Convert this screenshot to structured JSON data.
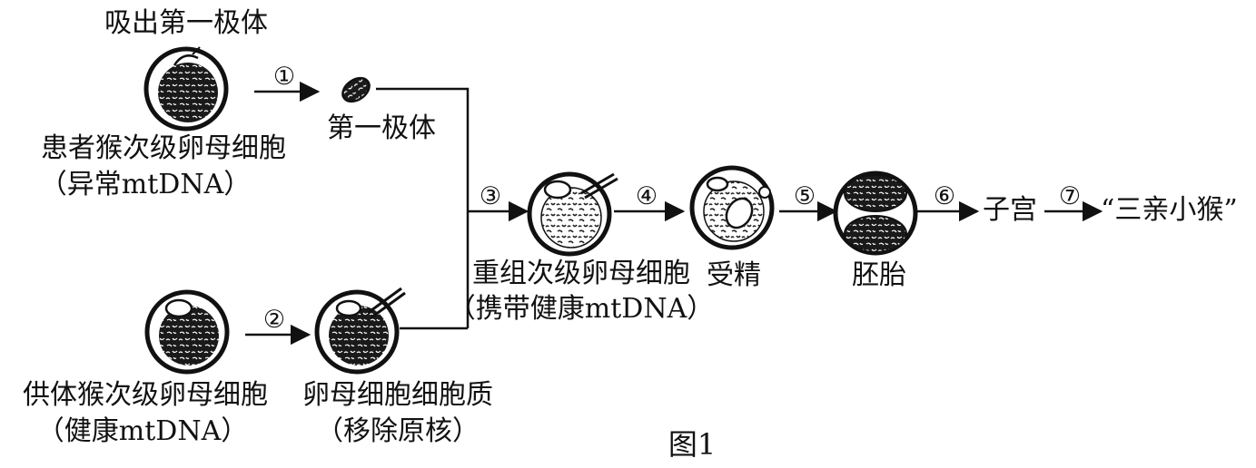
{
  "labels": {
    "extract_first_polar_body": "吸出第一极体",
    "first_polar_body": "第一极体",
    "patient_oocyte": "患者猴次级卵母细胞",
    "patient_mtdna": "（异常mtDNA）",
    "donor_oocyte": "供体猴次级卵母细胞",
    "donor_mtdna": "（健康mtDNA）",
    "oocyte_cytoplasm": "卵母细胞细胞质",
    "remove_nucleus": "（移除原核）",
    "reconstructed_oocyte": "重组次级卵母细胞",
    "carry_healthy_mtdna": "（携带健康mtDNA）",
    "fertilization": "受精",
    "embryo": "胚胎",
    "uterus": "子宫",
    "three_parent_monkey": "“三亲小猴”",
    "figure_caption": "图1"
  },
  "steps": [
    "①",
    "②",
    "③",
    "④",
    "⑤",
    "⑥",
    "⑦"
  ],
  "colors": {
    "ink": "#111111",
    "cell_dark": "#1a1a1a",
    "paper": "#ffffff"
  }
}
